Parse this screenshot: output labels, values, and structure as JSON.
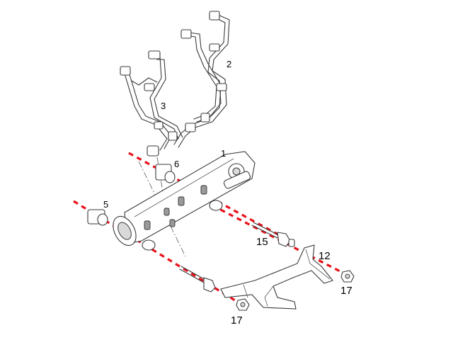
{
  "diagram": {
    "accent_color": "#e8101a",
    "line_color": "#3a3a3a",
    "labels": {
      "rail": "1",
      "pipes_right": "2",
      "pipes_left": "3",
      "spacer_left": "5",
      "spacer_top": "6",
      "bracket": "12",
      "bolt": "15",
      "nut_right": "17",
      "nut_bottom": "17"
    }
  }
}
